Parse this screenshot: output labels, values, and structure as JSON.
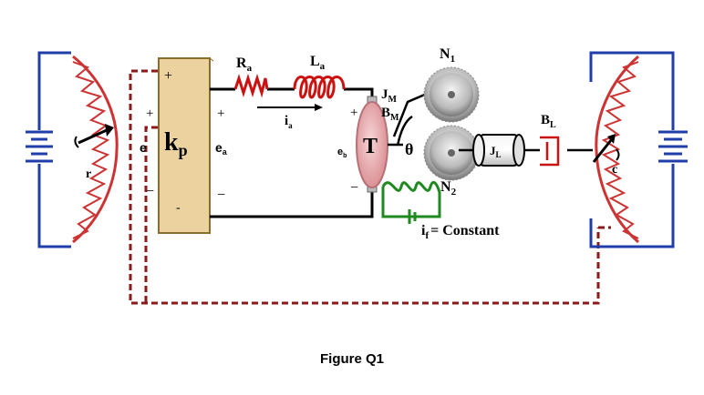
{
  "figure": {
    "caption": "Figure Q1",
    "labels": {
      "amplifier_gain": {
        "main": "k",
        "sub": "p"
      },
      "armature_resistance": {
        "main": "R",
        "sub": "a"
      },
      "armature_inductance": {
        "main": "L",
        "sub": "a"
      },
      "armature_current": {
        "main": "i",
        "sub": "a"
      },
      "input_voltage": "e",
      "amplifier_output": {
        "main": "e",
        "sub": "a"
      },
      "back_emf": {
        "main": "e",
        "sub": "b"
      },
      "torque": "T",
      "motor_inertia": {
        "main": "J",
        "sub": "M"
      },
      "motor_friction": {
        "main": "B",
        "sub": "M"
      },
      "motor_angle": "θ",
      "gear_n1": {
        "main": "N",
        "sub": "1"
      },
      "gear_n2": {
        "main": "N",
        "sub": "2"
      },
      "load_inertia": {
        "main": "J",
        "sub": "L"
      },
      "load_friction": {
        "main": "B",
        "sub": "L"
      },
      "field_current": {
        "main": "i",
        "sub": "f",
        "suffix": "= Constant"
      },
      "reference_position": "r",
      "output_position": "c",
      "plus": "+",
      "minus": "−",
      "minus_small": "-"
    },
    "colors": {
      "battery_wire": "#1f3ea8",
      "potentiometer": "#cc3333",
      "feedback_dashed": "#8b1a1a",
      "amplifier_fill": "#ecd29e",
      "amplifier_stroke": "#8a6d2d",
      "inductor_resistor": "#cc1111",
      "field_coil": "#1f8a1f",
      "motor_fill": "#e6a9ad",
      "gear": "#9a9a9a"
    }
  }
}
